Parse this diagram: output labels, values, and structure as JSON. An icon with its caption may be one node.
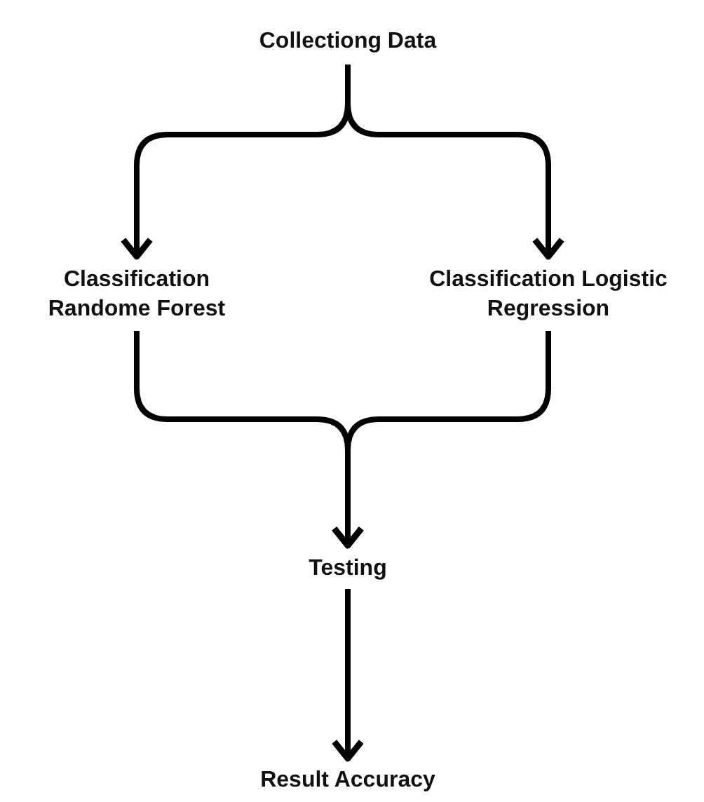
{
  "diagram": {
    "nodes": [
      {
        "text": [
          "Collectiong Data"
        ]
      },
      {
        "text": [
          "Classification Randome Forest"
        ]
      },
      {
        "text": [
          "Classification Logistic Regression"
        ]
      },
      {
        "text": [
          "Testing"
        ]
      },
      {
        "text": [
          "Result Accuracy"
        ]
      }
    ],
    "edges": [
      {
        "from": 0,
        "to": 1,
        "arrow": "to"
      },
      {
        "from": 0,
        "to": 2,
        "arrow": "to"
      },
      {
        "from": 1,
        "to": 3,
        "arrow": "to"
      },
      {
        "from": 2,
        "to": 3,
        "arrow": "to"
      },
      {
        "from": 3,
        "to": 4,
        "arrow": "to"
      }
    ]
  }
}
